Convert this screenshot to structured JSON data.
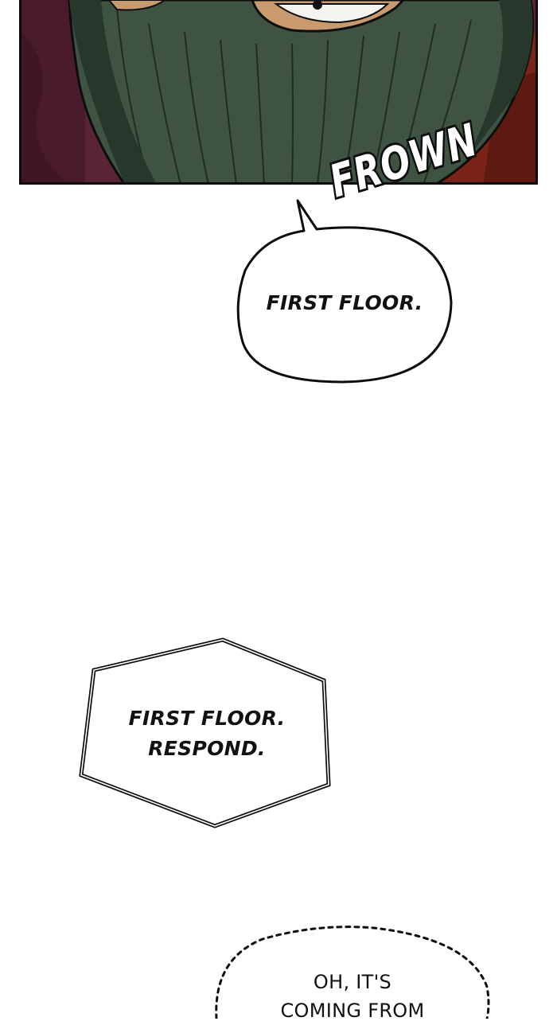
{
  "panel": {
    "sound_effect": "FROWN"
  },
  "bubbles": [
    {
      "kind": "speech",
      "lines": [
        "FIRST FLOOR."
      ]
    },
    {
      "kind": "radio",
      "lines": [
        "FIRST FLOOR.",
        "RESPOND."
      ]
    },
    {
      "kind": "whisper",
      "lines": [
        "OH, IT'S",
        "COMING FROM"
      ]
    }
  ],
  "colors": {
    "mask": "#3d5240",
    "mask_dark": "#27372b",
    "background_wall": "#5a2233",
    "jacket": "#7a2418",
    "ink": "#0d0d0d",
    "paper": "#ffffff"
  }
}
